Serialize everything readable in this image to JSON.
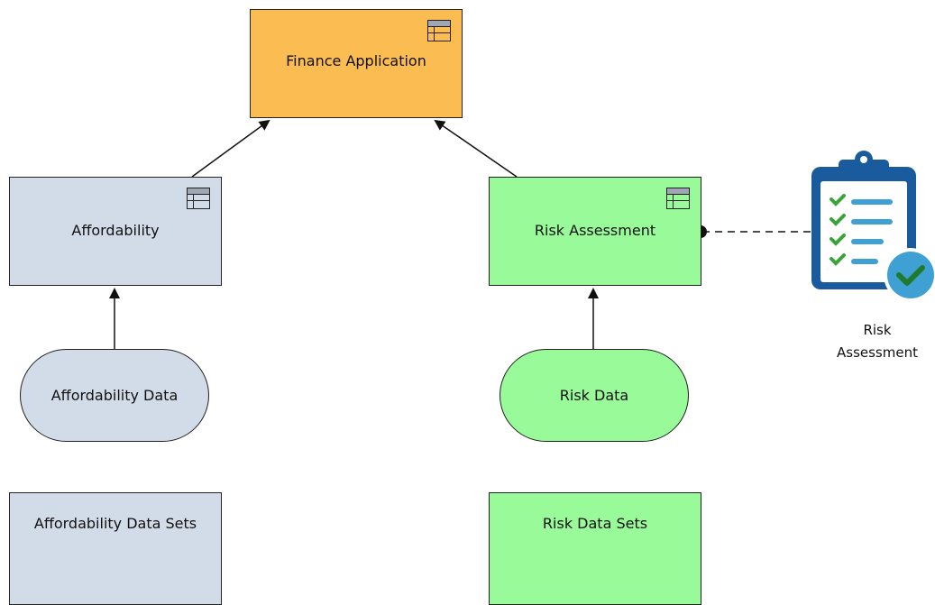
{
  "nodes": {
    "finance_application": {
      "label": "Finance Application",
      "color": "#fbbc52"
    },
    "affordability": {
      "label": "Affordability",
      "color": "#d2dce9"
    },
    "risk_assessment": {
      "label": "Risk Assessment",
      "color": "#98fa98"
    },
    "affordability_data": {
      "label": "Affordability Data",
      "color": "#d2dce9"
    },
    "risk_data": {
      "label": "Risk Data",
      "color": "#98fa98"
    },
    "affordability_data_sets": {
      "label": "Affordability Data Sets",
      "color": "#d2dce9"
    },
    "risk_data_sets": {
      "label": "Risk Data Sets",
      "color": "#98fa98"
    }
  },
  "external": {
    "risk_assessment_icon": {
      "label_line1": "Risk",
      "label_line2": "Assessment",
      "icon": "clipboard-checklist-icon",
      "icon_color": "#1a5b9d",
      "check_color": "#3fa0d4",
      "tick_color": "#3aa33a"
    }
  },
  "connectors": [
    {
      "from": "affordability",
      "to": "finance_application",
      "type": "arrow"
    },
    {
      "from": "risk_assessment",
      "to": "finance_application",
      "type": "arrow"
    },
    {
      "from": "affordability_data",
      "to": "affordability",
      "type": "arrow"
    },
    {
      "from": "risk_data",
      "to": "risk_assessment",
      "type": "arrow"
    },
    {
      "from": "risk_assessment",
      "to": "risk_assessment_icon",
      "type": "dashed-association"
    }
  ]
}
